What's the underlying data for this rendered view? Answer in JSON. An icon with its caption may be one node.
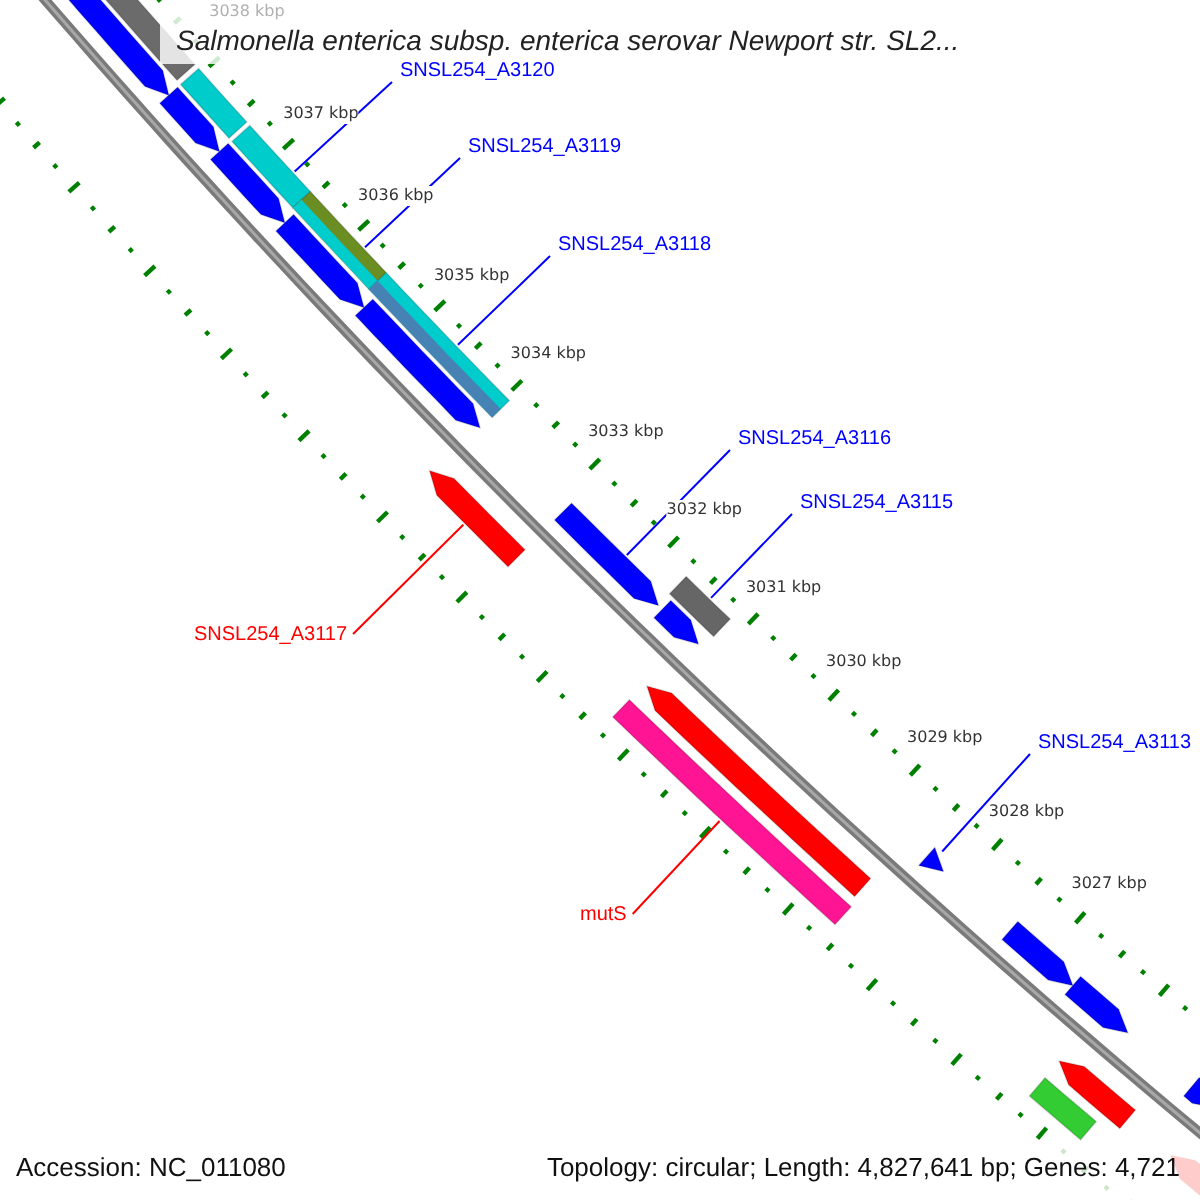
{
  "diagram": {
    "title": "Salmonella enterica subsp. enterica serovar Newport str. SL2...",
    "nodes": [
      {
        "text": [
          "SNSL254_A3120"
        ]
      },
      {
        "text": [
          "SNSL254_A3119"
        ]
      },
      {
        "text": [
          "SNSL254_A3118"
        ]
      },
      {
        "text": [
          "SNSL254_A3116"
        ]
      },
      {
        "text": [
          "SNSL254_A3115"
        ]
      },
      {
        "text": [
          "SNSL254_A3113"
        ]
      },
      {
        "text": [
          "SNSL254_A3117"
        ]
      },
      {
        "text": [
          "mutS"
        ]
      },
      {
        "text": [],
        "shape": "bar"
      },
      {
        "text": [],
        "shape": "bar"
      },
      {
        "text": [],
        "shape": "bar"
      },
      {
        "text": [],
        "shape": "arrow"
      },
      {
        "text": [],
        "shape": "box"
      },
      {
        "text": [],
        "shape": "arrow"
      },
      {
        "text": [],
        "shape": "arrow"
      },
      {
        "text": [],
        "shape": "bar"
      },
      {
        "text": [],
        "shape": "arrow"
      },
      {
        "text": [],
        "shape": "arrow"
      },
      {
        "text": [],
        "shape": "arrow"
      },
      {
        "text": [],
        "shape": "arrow"
      },
      {
        "text": [],
        "shape": "arrow"
      },
      {
        "text": [],
        "shape": "arrow"
      },
      {
        "text": [],
        "shape": "arrow"
      },
      {
        "text": [],
        "shape": "arrow"
      },
      {
        "text": [],
        "shape": "arrow"
      },
      {
        "text": [],
        "shape": "bar"
      },
      {
        "text": [],
        "shape": "bar"
      },
      {
        "text": [],
        "shape": "arrow"
      },
      {
        "text": [],
        "shape": "arrow"
      },
      {
        "text": [],
        "shape": "arrow"
      },
      {
        "text": [],
        "shape": "bar"
      }
    ],
    "edges": [
      {
        "from": 0,
        "to": 8,
        "arrow": "none"
      },
      {
        "from": 1,
        "to": 9,
        "arrow": "none"
      },
      {
        "from": 2,
        "to": 10,
        "arrow": "none"
      },
      {
        "from": 3,
        "to": 11,
        "arrow": "none"
      },
      {
        "from": 4,
        "to": 12,
        "arrow": "none"
      },
      {
        "from": 5,
        "to": 13,
        "arrow": "none"
      },
      {
        "from": 6,
        "to": 14,
        "arrow": "none",
        "color": "#ff0000"
      },
      {
        "from": 7,
        "to": 15,
        "arrow": "none",
        "color": "#ff0000"
      }
    ],
    "labels": [
      "3038 kbp",
      "3037 kbp",
      "3036 kbp",
      "3035 kbp",
      "3034 kbp",
      "3033 kbp",
      "3032 kbp",
      "3031 kbp",
      "3030 kbp",
      "3029 kbp",
      "3028 kbp",
      "3027 kbp",
      "Accession: NC_011080",
      "Topology: circular; Length: 4,827,641 bp; Genes: 4,721"
    ]
  }
}
